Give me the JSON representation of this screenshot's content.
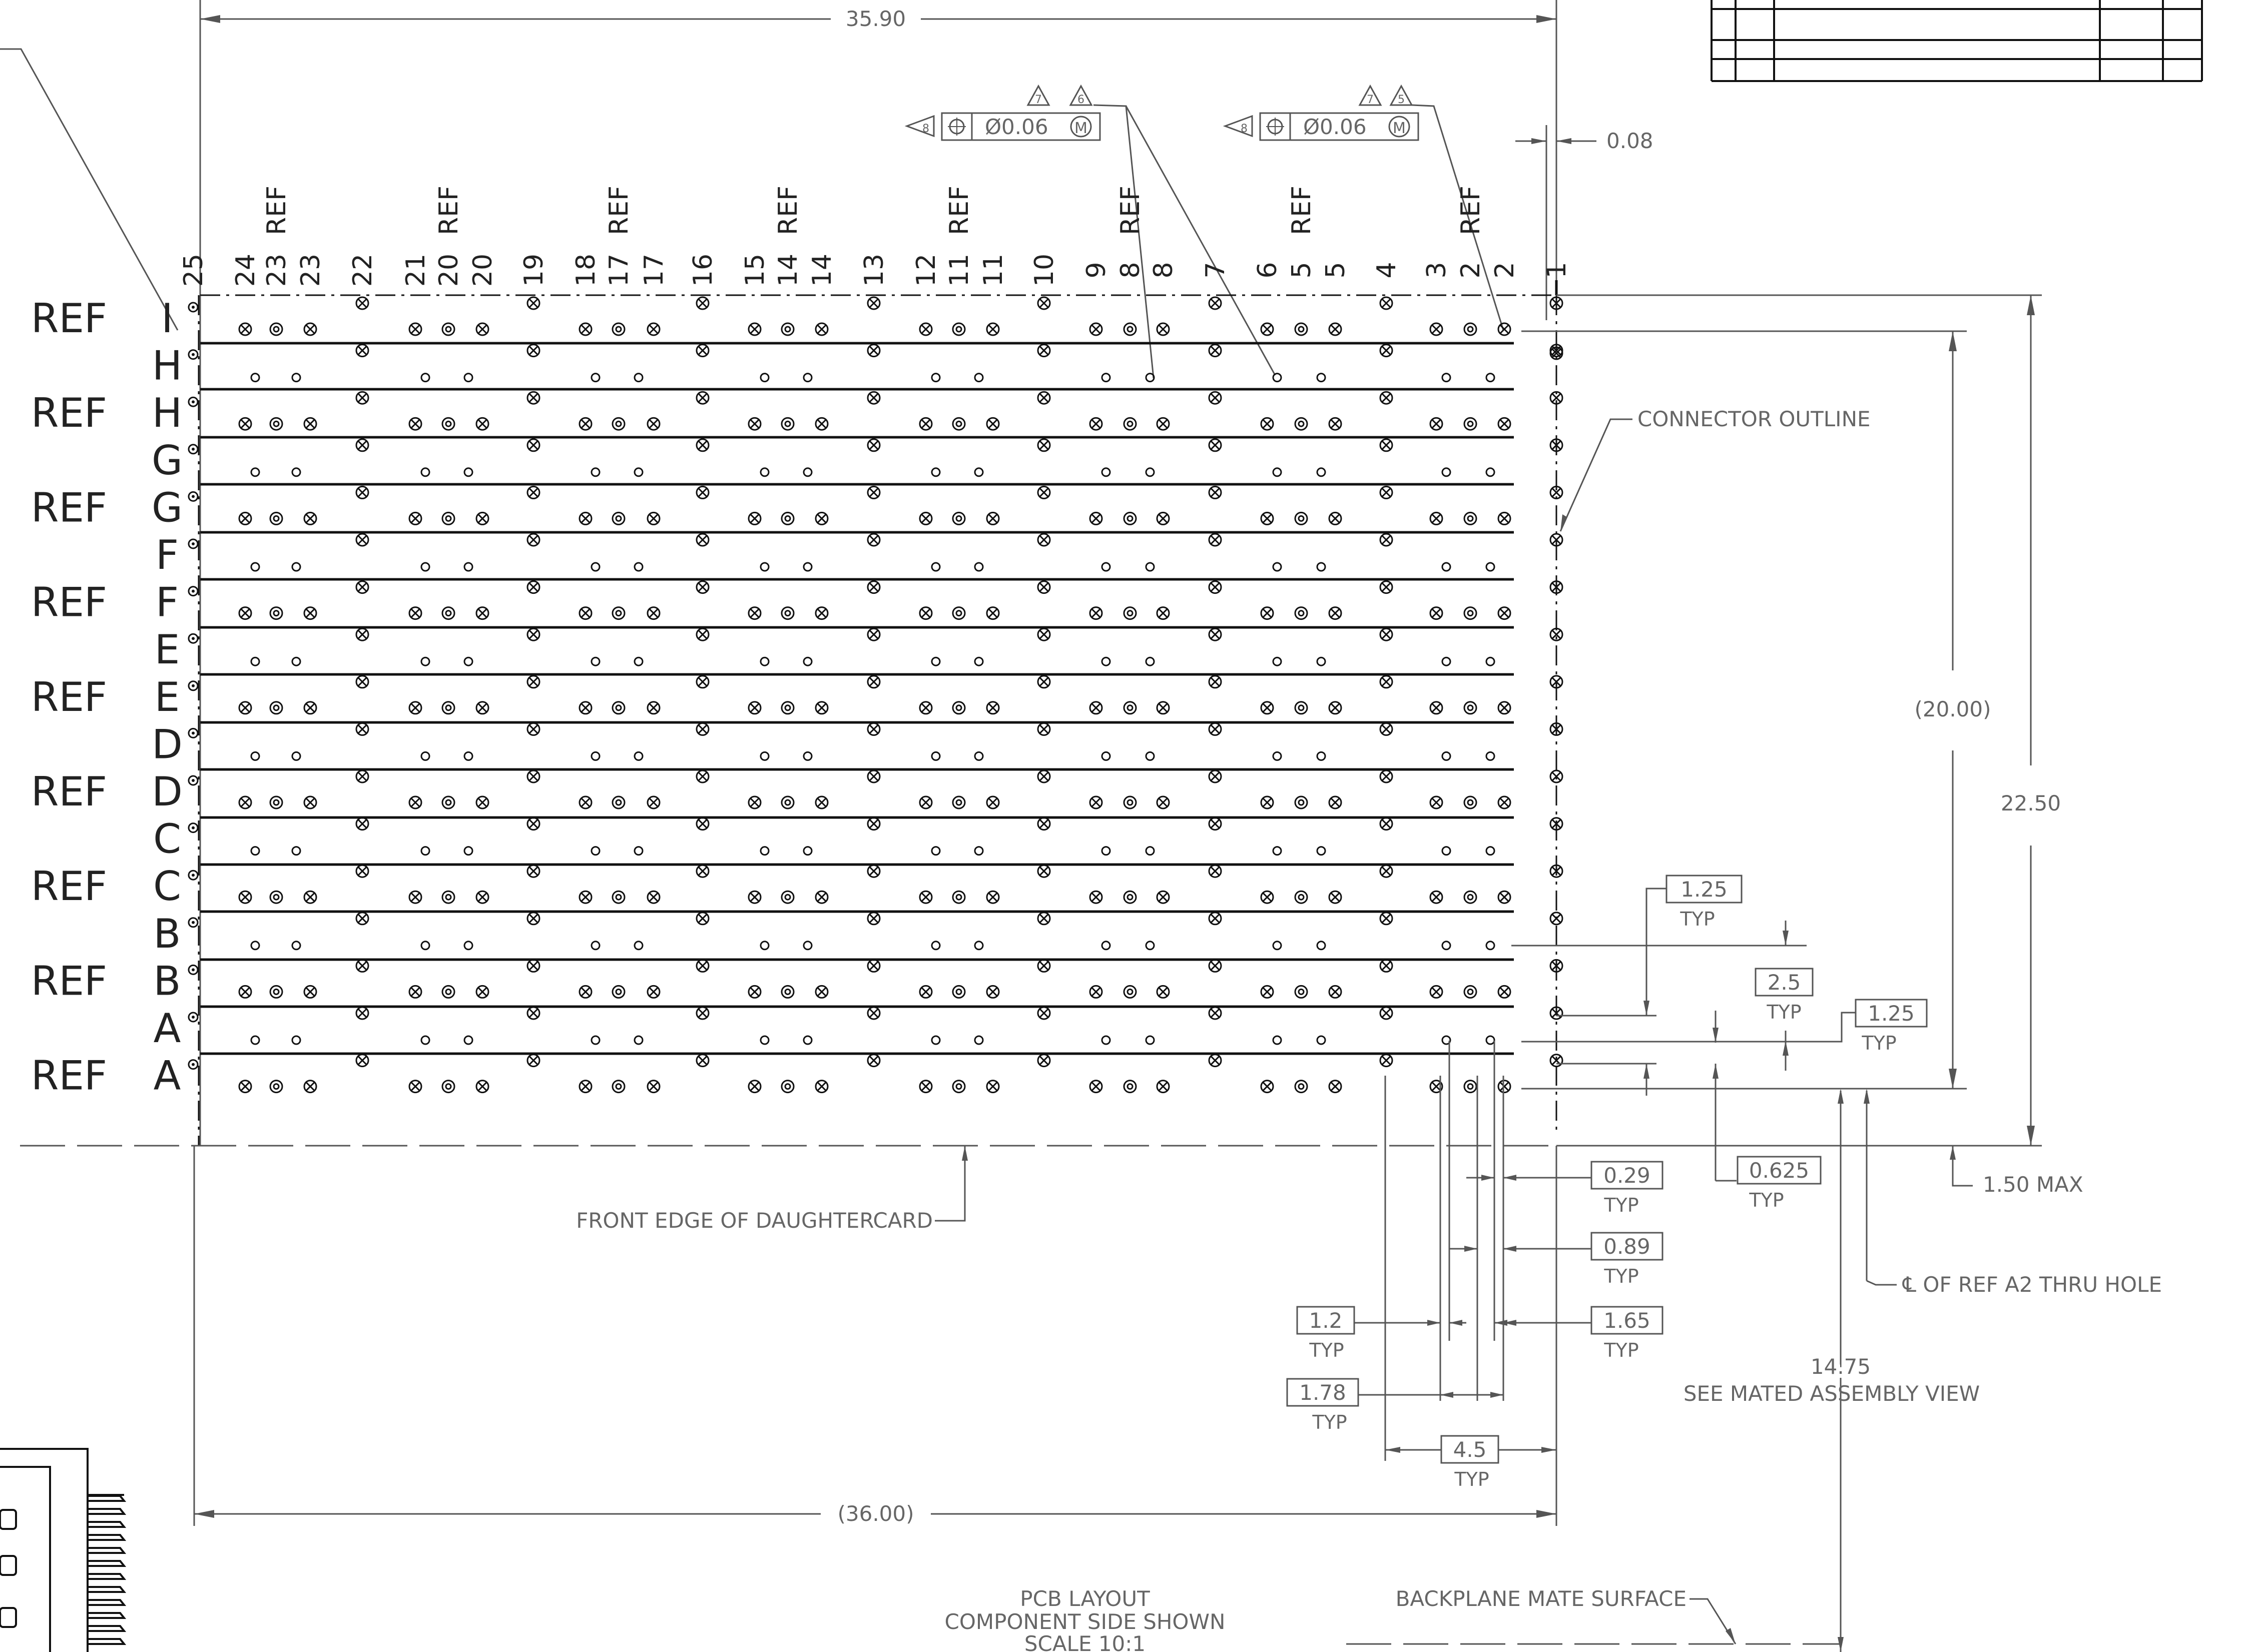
{
  "dimensions": {
    "overall_width": "35.90",
    "outline_width": "(36.00)",
    "tolerance_right": "0.08",
    "height_total": "22.50",
    "height_inner": "(20.00)",
    "max_offset": "1.50 MAX",
    "pitch_1_25_a": "1.25",
    "pitch_1_25_b": "1.25",
    "pitch_2_5": "2.5",
    "dim_0_625": "0.625",
    "dim_0_29": "0.29",
    "dim_0_89": "0.89",
    "dim_1_2": "1.2",
    "dim_1_65": "1.65",
    "dim_1_78": "1.78",
    "dim_4_5": "4.5",
    "typ": "TYP",
    "dim_14_75": "14.75",
    "see_mated": "SEE MATED ASSEMBLY VIEW"
  },
  "feature_frames": [
    {
      "tol": "Ø0.06",
      "mod": "M",
      "datum": "8",
      "flags": [
        "7",
        "6"
      ]
    },
    {
      "tol": "Ø0.06",
      "mod": "M",
      "datum": "8",
      "flags": [
        "7",
        "5"
      ]
    }
  ],
  "callouts": {
    "connector_outline": "CONNECTOR OUTLINE",
    "front_edge": "FRONT EDGE OF DAUGHTERCARD",
    "cl_ref_a2": "℄ OF REF A2 THRU HOLE",
    "backplane": "BACKPLANE MATE SURFACE"
  },
  "title_block": {
    "line1": "PCB LAYOUT",
    "line2": "COMPONENT SIDE SHOWN",
    "line3": "SCALE 10:1"
  },
  "ref_label": "REF",
  "row_rows": [
    {
      "letter": "I",
      "ref": true
    },
    {
      "letter": "H",
      "ref": false
    },
    {
      "letter": "H",
      "ref": true
    },
    {
      "letter": "G",
      "ref": false
    },
    {
      "letter": "G",
      "ref": true
    },
    {
      "letter": "F",
      "ref": false
    },
    {
      "letter": "F",
      "ref": true
    },
    {
      "letter": "E",
      "ref": false
    },
    {
      "letter": "E",
      "ref": true
    },
    {
      "letter": "D",
      "ref": false
    },
    {
      "letter": "D",
      "ref": true
    },
    {
      "letter": "C",
      "ref": false
    },
    {
      "letter": "C",
      "ref": true
    },
    {
      "letter": "B",
      "ref": false
    },
    {
      "letter": "B",
      "ref": true
    },
    {
      "letter": "A",
      "ref": false
    },
    {
      "letter": "A",
      "ref": true
    }
  ],
  "columns": [
    "25",
    "24",
    "23",
    "23",
    "22",
    "21",
    "20",
    "20",
    "19",
    "18",
    "17",
    "17",
    "16",
    "15",
    "14",
    "14",
    "13",
    "12",
    "11",
    "11",
    "10",
    "9",
    "8",
    "8",
    "7",
    "6",
    "5",
    "5",
    "4",
    "3",
    "2",
    "2",
    "1"
  ],
  "column_refs": [
    "23",
    "20",
    "17",
    "14",
    "11",
    "8",
    "5",
    "2"
  ]
}
